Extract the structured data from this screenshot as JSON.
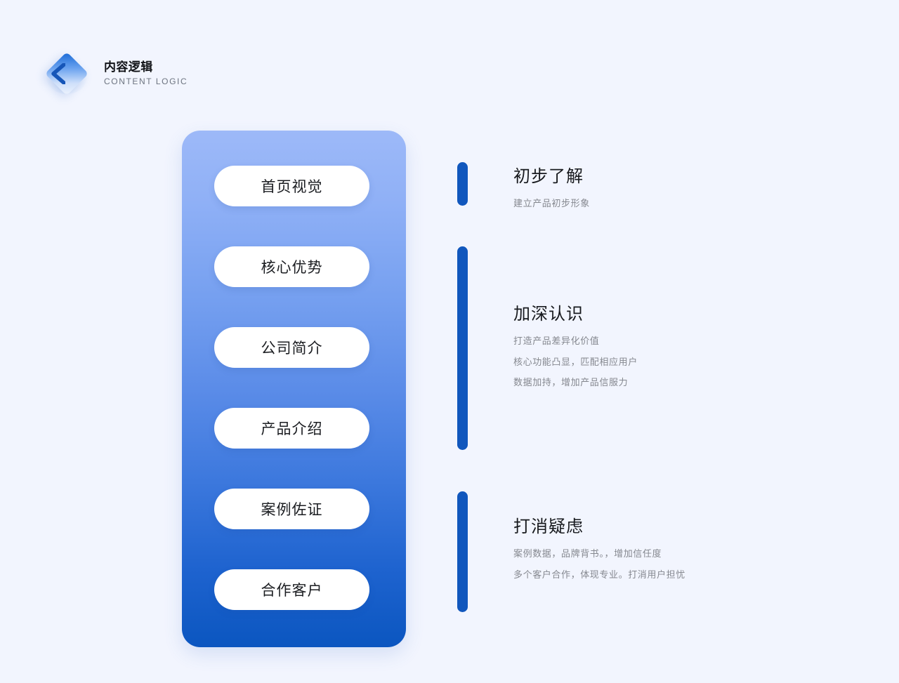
{
  "page": {
    "background_color": "#F2F5FE",
    "accent_color": "#1157BD",
    "panel_gradient_from": "#9DB9F8",
    "panel_gradient_to": "#0B56C0"
  },
  "header": {
    "logo_icon": "diamond-chevron-logo",
    "title": "内容逻辑",
    "subtitle": "CONTENT LOGIC"
  },
  "panel": {
    "steps": [
      {
        "label": "首页视觉"
      },
      {
        "label": "核心优势"
      },
      {
        "label": "公司简介"
      },
      {
        "label": "产品介绍"
      },
      {
        "label": "案例佐证"
      },
      {
        "label": "合作客户"
      }
    ]
  },
  "timeline": {
    "stages": [
      {
        "title": "初步了解",
        "lines": [
          "建立产品初步形象"
        ]
      },
      {
        "title": "加深认识",
        "lines": [
          "打造产品差异化价值",
          "核心功能凸显，匹配相应用户",
          "数据加持，增加产品信服力"
        ]
      },
      {
        "title": "打消疑虑",
        "lines": [
          "案例数据，品牌背书。，增加信任度",
          "多个客户合作，体现专业。打消用户担忧"
        ]
      }
    ]
  }
}
